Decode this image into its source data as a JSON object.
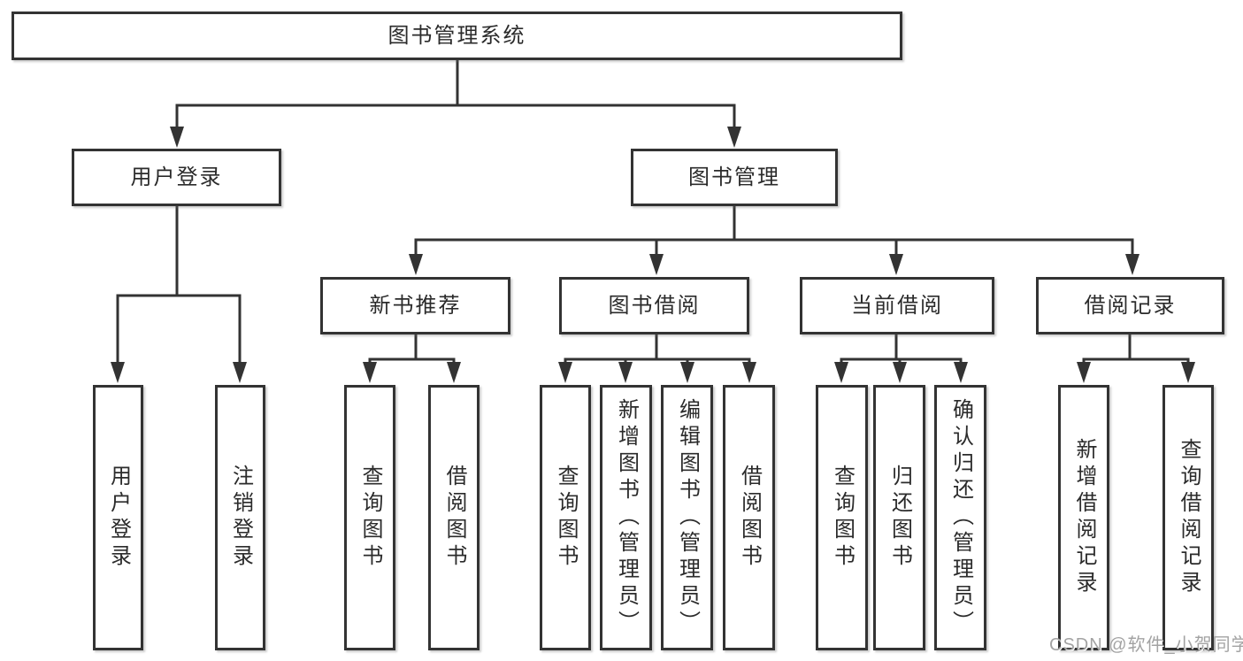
{
  "colors": {
    "line": "#333333",
    "box_border": "#333333",
    "text": "#2b2b2b",
    "watermark": "#a3a3a3",
    "background": "#ffffff"
  },
  "root": {
    "label": "图书管理系统"
  },
  "level2": [
    {
      "label": "用户登录",
      "parent": "图书管理系统"
    },
    {
      "label": "图书管理",
      "parent": "图书管理系统"
    }
  ],
  "level3": [
    {
      "label": "新书推荐",
      "parent": "图书管理"
    },
    {
      "label": "图书借阅",
      "parent": "图书管理"
    },
    {
      "label": "当前借阅",
      "parent": "图书管理"
    },
    {
      "label": "借阅记录",
      "parent": "图书管理"
    }
  ],
  "leaves": [
    {
      "label": "用户登录",
      "parent": "用户登录"
    },
    {
      "label": "注销登录",
      "parent": "用户登录"
    },
    {
      "label": "查询图书",
      "parent": "新书推荐"
    },
    {
      "label": "借阅图书",
      "parent": "新书推荐"
    },
    {
      "label": "查询图书",
      "parent": "图书借阅"
    },
    {
      "label": "新增图书（管理员）",
      "parent": "图书借阅"
    },
    {
      "label": "编辑图书（管理员）",
      "parent": "图书借阅"
    },
    {
      "label": "借阅图书",
      "parent": "图书借阅"
    },
    {
      "label": "查询图书",
      "parent": "当前借阅"
    },
    {
      "label": "归还图书",
      "parent": "当前借阅"
    },
    {
      "label": "确认归还（管理员）",
      "parent": "当前借阅"
    },
    {
      "label": "新增借阅记录",
      "parent": "借阅记录"
    },
    {
      "label": "查询借阅记录",
      "parent": "借阅记录"
    }
  ],
  "watermark": {
    "text": "CSDN @软件_小贺同学"
  }
}
